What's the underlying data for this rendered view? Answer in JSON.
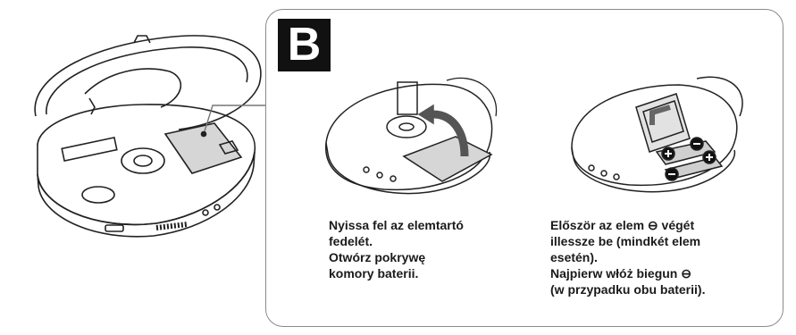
{
  "section_label": "B",
  "step_open": {
    "lines": [
      "Nyissa fel az elemtartó",
      "fedelét.",
      "Otwórz pokrywę",
      "komory baterii."
    ]
  },
  "step_insert": {
    "lines": [
      "Először az elem ⊖ végét",
      "illessze be (mindkét elem",
      "esetén).",
      "Najpierw włóż biegun ⊖",
      "(w przypadku obu baterii)."
    ]
  }
}
